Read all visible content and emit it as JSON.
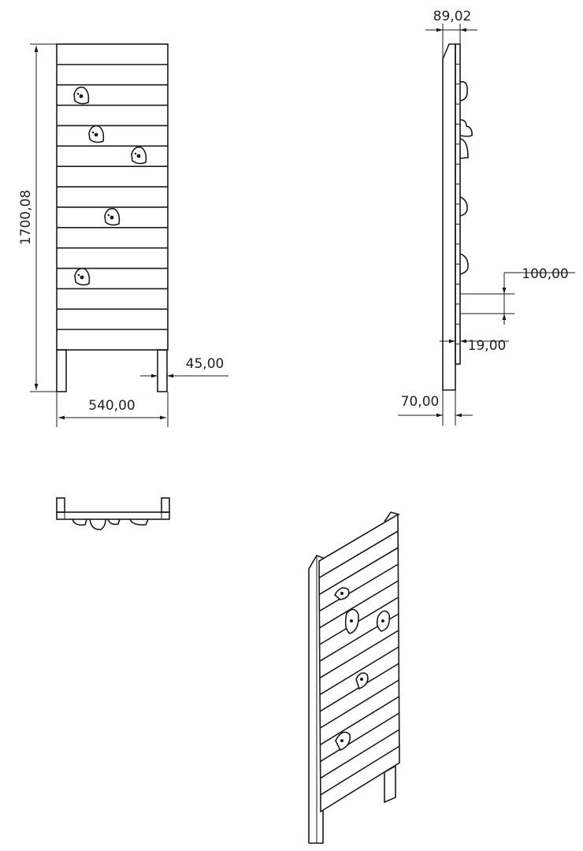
{
  "drawing": {
    "front_view": {
      "height_label": "1700,08",
      "width_label": "540,00",
      "leg_width_label": "45,00",
      "slat_count": 15,
      "hold_count": 5
    },
    "side_view": {
      "depth_label": "89,02",
      "slat_pitch_label": "100,00",
      "slat_thickness_label": "19,00",
      "post_depth_label": "70,00"
    },
    "top_view": {},
    "isometric_view": {},
    "line_color": "#1a1a1a"
  }
}
